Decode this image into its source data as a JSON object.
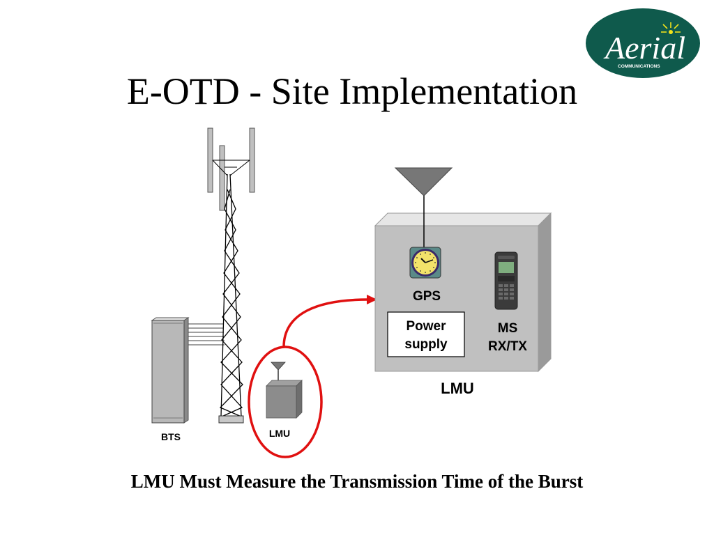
{
  "slide": {
    "title": "E-OTD - Site Implementation",
    "caption": "LMU Must Measure the Transmission Time of the Burst"
  },
  "logo": {
    "name": "Aerial",
    "tagline": "COMMUNICATIONS",
    "bg_color": "#0f5a4c"
  },
  "diagram": {
    "bts_label": "BTS",
    "small_lmu_label": "LMU",
    "gps_label": "GPS",
    "power_supply_line1": "Power",
    "power_supply_line2": "supply",
    "ms_line1": "MS",
    "ms_line2": "RX/TX",
    "lmu_label": "LMU",
    "highlight_color": "#e01010",
    "box_color": "#c0c0c0"
  }
}
